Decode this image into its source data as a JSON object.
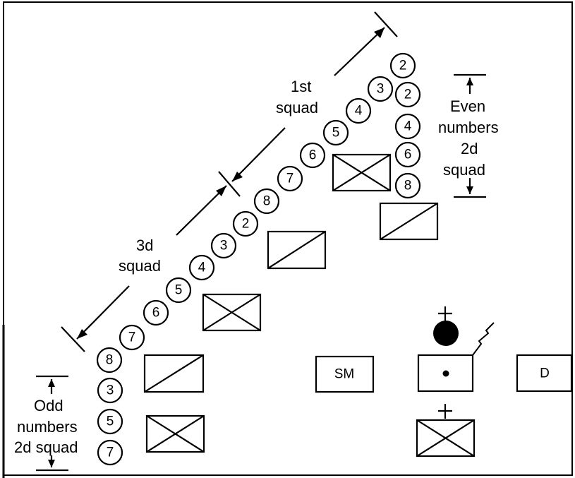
{
  "labels": {
    "first_squad_line1": "1st",
    "first_squad_line2": "squad",
    "third_squad_line1": "3d",
    "third_squad_line2": "squad",
    "even_line1": "Even",
    "even_line2": "numbers",
    "even_line3": "2d",
    "even_line4": "squad",
    "odd_line1": "Odd",
    "odd_line2": "numbers",
    "odd_line3": "2d squad",
    "sm_box": "SM",
    "d_box": "D"
  },
  "diagonal_members": [
    "8",
    "7",
    "6",
    "5",
    "4",
    "3",
    "2",
    "8",
    "7",
    "6",
    "5",
    "4",
    "3",
    "2"
  ],
  "right_column_members": [
    "2",
    "4",
    "6",
    "8"
  ],
  "left_column_members": [
    "3",
    "5",
    "7"
  ]
}
